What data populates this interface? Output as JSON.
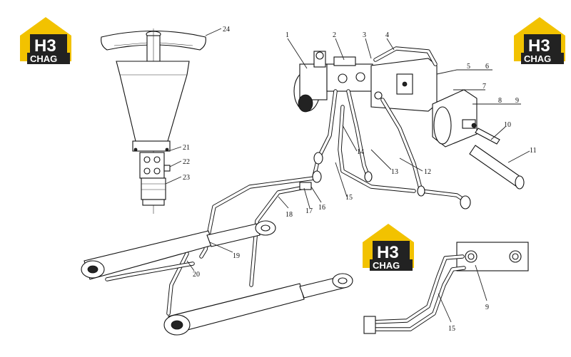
{
  "brand": {
    "logo_letters": "H3",
    "logo_word": "CHAG",
    "colors": {
      "yellow": "#f2c200",
      "dark": "#222222"
    }
  },
  "callouts": [
    "1",
    "2",
    "3",
    "4",
    "5",
    "6",
    "7",
    "8",
    "9",
    "10",
    "11",
    "12",
    "13",
    "14",
    "15",
    "16",
    "17",
    "18",
    "19",
    "20",
    "21",
    "22",
    "23",
    "24"
  ],
  "inset_callouts": [
    "9",
    "15"
  ]
}
